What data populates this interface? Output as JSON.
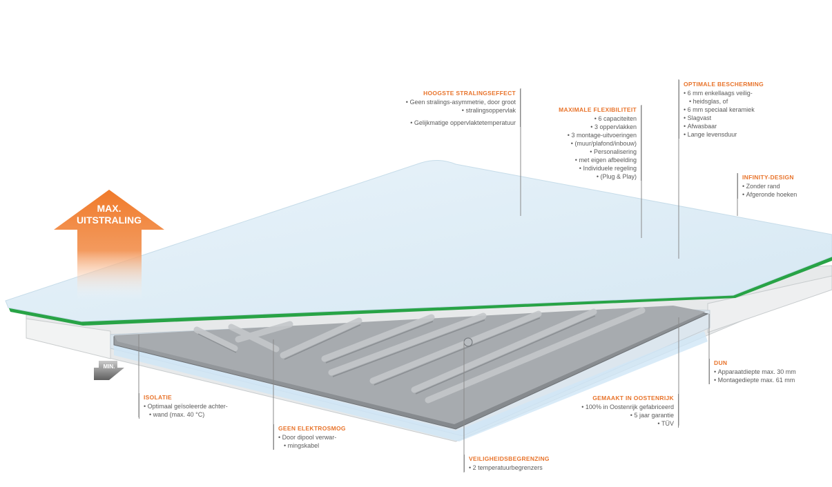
{
  "colors": {
    "accent": "#e8732a",
    "glass": "#dfeef7",
    "glass_edge": "#2fae4a",
    "panel_gray": "#8e9296",
    "line_gray": "#8a8a8a",
    "text_gray": "#5a5a5a"
  },
  "max_arrow": {
    "line1": "MAX.",
    "line2": "UITSTRALING"
  },
  "min_arrow": {
    "label": "MIN."
  },
  "callouts": {
    "stralingseffect": {
      "title": "HOOGSTE STRALINGSEFFECT",
      "items": [
        "Geen stralings-asymmetrie, door groot",
        "stralingsoppervlak",
        "Gelijkmatige oppervlaktetemperatuur"
      ]
    },
    "flexibiliteit": {
      "title": "MAXIMALE FLEXIBILITEIT",
      "items": [
        "6 capaciteiten",
        "3 oppervlakken",
        "3 montage-uitvoeringen",
        "(muur/plafond/inbouw)",
        "Personalisering",
        "met eigen afbeelding",
        "Individuele regeling",
        "(Plug & Play)"
      ]
    },
    "bescherming": {
      "title": "OPTIMALE BESCHERMING",
      "items": [
        "6 mm enkellaags veilig-",
        "heidsglas, of",
        "6 mm speciaal keramiek",
        "Slagvast",
        "Afwasbaar",
        "Lange levensduur"
      ]
    },
    "infinity": {
      "title": "INFINITY-DESIGN",
      "items": [
        "Zonder rand",
        "Afgeronde hoeken"
      ]
    },
    "dun": {
      "title": "DUN",
      "items": [
        "Apparaatdiepte max. 30 mm",
        "Montagediepte max. 61 mm"
      ]
    },
    "oostenrijk": {
      "title": "GEMAAKT IN OOSTENRIJK",
      "items": [
        "100% in Oostenrijk gefabriceerd",
        "5 jaar garantie",
        "TÜV"
      ]
    },
    "isolatie": {
      "title": "ISOLATIE",
      "items": [
        "Optimaal geïsoleerde achter-",
        "wand (max. 40 °C)"
      ]
    },
    "elektrosmog": {
      "title": "GEEN ELEKTROSMOG",
      "items": [
        "Door dipool verwar-",
        "mingskabel"
      ]
    },
    "begrenzing": {
      "title": "VEILIGHEIDSBEGRENZING",
      "items": [
        "2 temperatuurbegrenzers"
      ]
    }
  }
}
